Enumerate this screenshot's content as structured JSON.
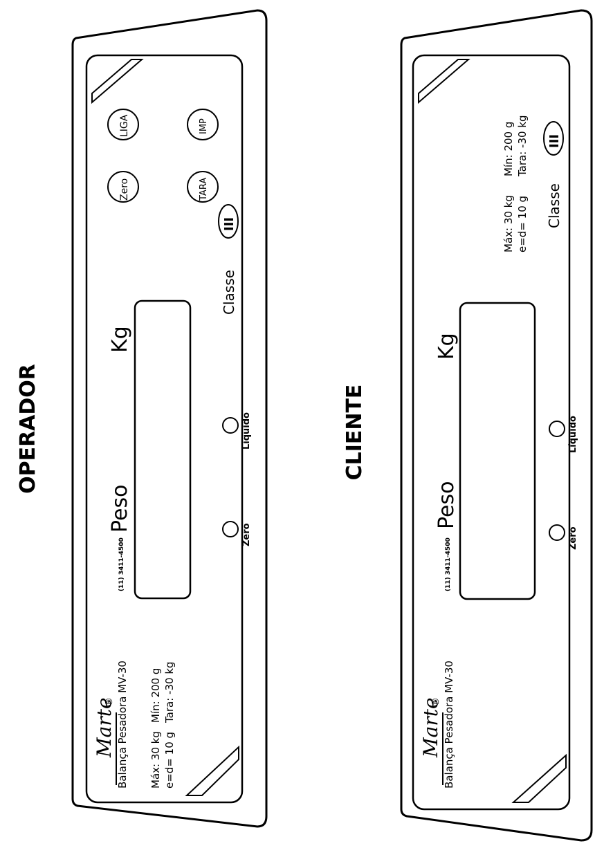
{
  "operador": {
    "title": "OPERADOR",
    "brand": "Marte",
    "brand_mark": "®",
    "model": "Balança Pesadora MV-30",
    "spec_max": "Máx: 30 kg",
    "spec_min": "Mín: 200 g",
    "spec_e": "e=d= 10 g",
    "spec_tara": "Tara: -30 kg",
    "phone": "(11) 3411-4500",
    "display_label": "Peso",
    "unit_label": "Kg",
    "indicator_zero": "Zero",
    "indicator_liquido": "Líquido",
    "classe_label": "Classe",
    "classe_value": "III",
    "btn_liga": "LIGA",
    "btn_zero": "Zero",
    "btn_imp": "IMP",
    "btn_tara": "TARA"
  },
  "cliente": {
    "title": "CLIENTE",
    "brand": "Marte",
    "brand_mark": "®",
    "model": "Balança Pesadora MV-30",
    "spec_max": "Máx: 30 kg",
    "spec_min": "Mín: 200 g",
    "spec_e": "e=d= 10 g",
    "spec_tara": "Tara: -30 kg",
    "phone": "(11) 3411-4500",
    "display_label": "Peso",
    "unit_label": "Kg",
    "indicator_zero": "Zero",
    "indicator_liquido": "Líquido",
    "classe_label": "Classe",
    "classe_value": "III"
  }
}
